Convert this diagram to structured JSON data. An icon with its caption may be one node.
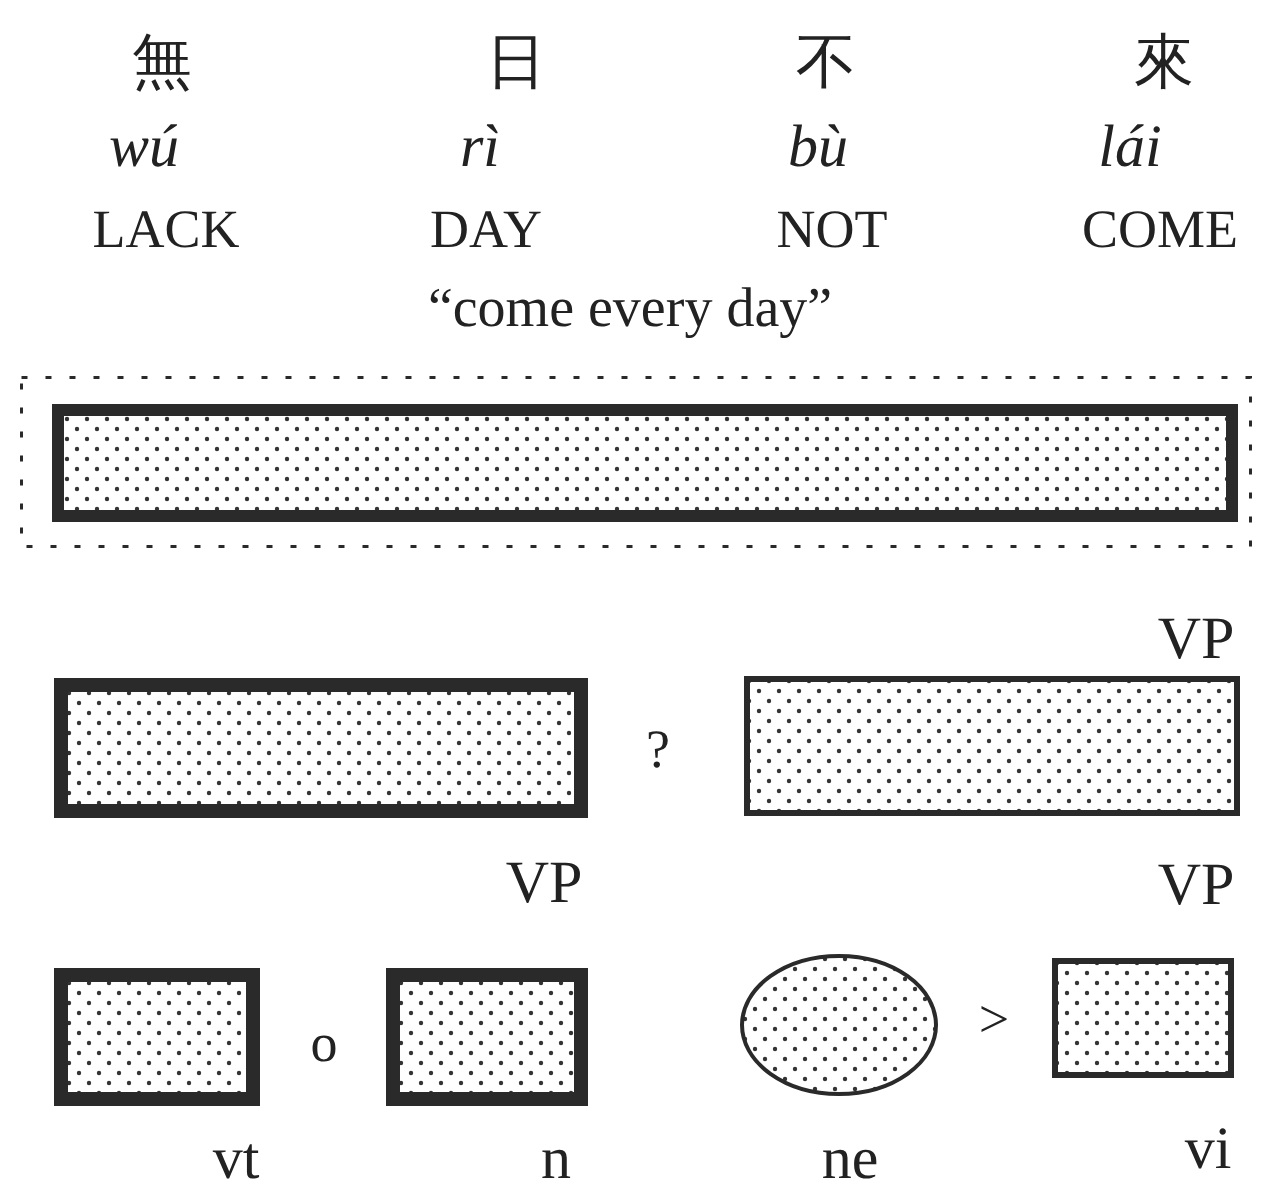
{
  "diagram": {
    "nodes": [
      {
        "text": [],
        "shape": "box"
      },
      {
        "text": [],
        "shape": "box",
        "in": 0
      },
      {
        "text": [],
        "shape": "box"
      },
      {
        "text": [],
        "shape": "box",
        "beside": [
          "VP"
        ]
      },
      {
        "text": [],
        "shape": "box",
        "beside": [
          "vt"
        ]
      },
      {
        "text": [],
        "shape": "box",
        "beside": [
          "VP",
          "n"
        ]
      },
      {
        "text": [],
        "shape": "ellipse",
        "beside": [
          "ne"
        ]
      },
      {
        "text": [],
        "shape": "box",
        "beside": [
          "VP",
          "vi"
        ]
      }
    ],
    "labels": [
      "無",
      "日",
      "不",
      "來",
      "wú",
      "rì",
      "bù",
      "lái",
      "LACK",
      "DAY",
      "NOT",
      "COME",
      "“come every day”",
      "?",
      "o",
      ">"
    ]
  }
}
